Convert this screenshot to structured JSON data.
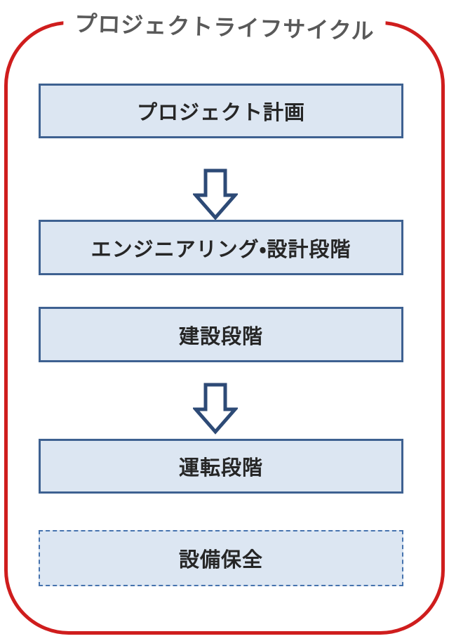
{
  "diagram": {
    "title": "プロジェクトライフサイクル",
    "boxes": [
      {
        "label": "プロジェクト計画",
        "border_style": "solid"
      },
      {
        "label": "エンジニアリング・設計段階",
        "border_style": "solid"
      },
      {
        "label": "建設段階",
        "border_style": "solid"
      },
      {
        "label": "運転段階",
        "border_style": "solid"
      },
      {
        "label": "設備保全",
        "border_style": "dashed"
      }
    ],
    "arrows": [
      {
        "icon": "down-arrow-icon",
        "from": "プロジェクト計画",
        "to": "エンジニアリング・設計段階"
      },
      {
        "icon": "down-arrow-icon",
        "from": "建設段階",
        "to": "運転段階"
      }
    ],
    "colors": {
      "outline_red": "#cf1d1d",
      "box_fill": "#dce6f2",
      "box_border": "#3e6191",
      "dashed_box_border": "#4673ae",
      "arrow_outline": "#2d4a76",
      "arrow_fill": "#ffffff",
      "title_text": "#595959",
      "box_text": "#262626",
      "background": "#ffffff"
    }
  }
}
